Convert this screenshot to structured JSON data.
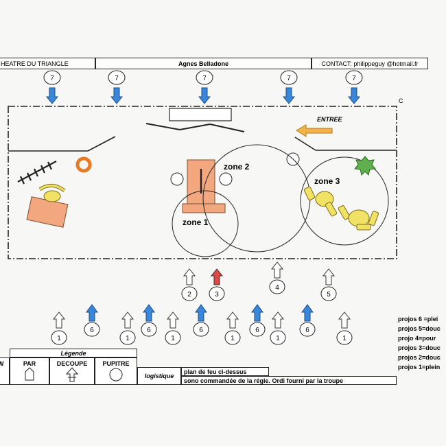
{
  "header": {
    "venue": "HEATRE DU TRIANGLE",
    "artist": "Agnes Belladone",
    "contact": "CONTACT: philippeguy @hotmail.fr"
  },
  "stage": {
    "corner_label": "C",
    "entrance_label": "ENTREE",
    "zones": [
      "zone 1",
      "zone 2",
      "zone 3"
    ]
  },
  "projectors_front": [
    {
      "label": "2",
      "color": "#ffffff"
    },
    {
      "label": "3",
      "color": "#e04848"
    },
    {
      "label": "4",
      "color": "#ffffff"
    },
    {
      "label": "5",
      "color": "#ffffff"
    }
  ],
  "projectors_top": [
    "7",
    "7",
    "7",
    "7",
    "7"
  ],
  "projectors_bottom": {
    "white_label": "1",
    "blue_label": "6"
  },
  "notes": [
    "projos 6 =plei",
    "projos 5=douc",
    "projo 4=pour",
    "projos 3=douc",
    "projos 2=douc",
    "projos 1=plein"
  ],
  "legend": {
    "title": "Légende",
    "col0": "W",
    "par": "PAR",
    "decoupe": "DECOUPE",
    "pupitre": "PUPITRE",
    "logistique": "logistique",
    "plan": "plan de feu ci-dessus",
    "sono": "sono commandée de la régie. Ordi fourni par la troupe"
  },
  "colors": {
    "blue_projector": "#3a86d8",
    "red_projector": "#e04848",
    "orange": "#f2a77e",
    "yellow": "#f1e266",
    "green": "#5fb04c",
    "arrow_orange": "#f2b44a"
  }
}
